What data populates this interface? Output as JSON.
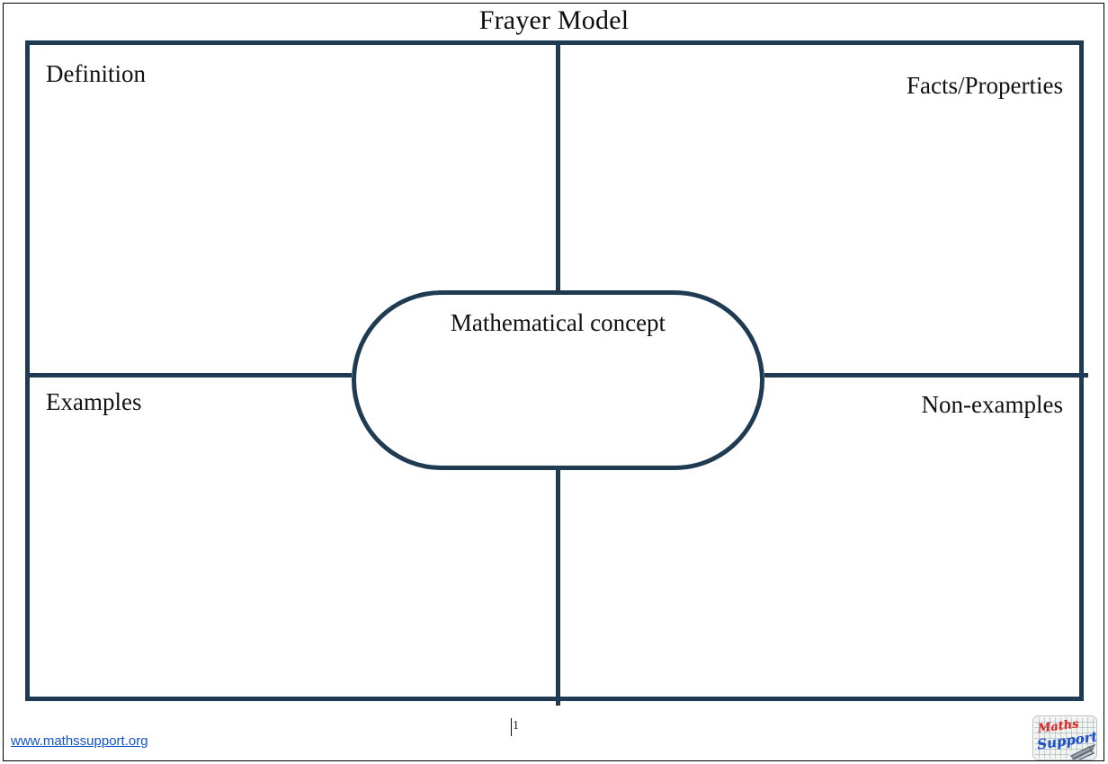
{
  "document": {
    "title": "Frayer Model"
  },
  "diagram": {
    "center": {
      "label": "Mathematical concept"
    },
    "quadrants": [
      {
        "key": "definition",
        "label": "Definition",
        "position": "top-left"
      },
      {
        "key": "facts-properties",
        "label": "Facts/Properties",
        "position": "top-right"
      },
      {
        "key": "examples",
        "label": "Examples",
        "position": "bottom-left"
      },
      {
        "key": "non-examples",
        "label": "Non-examples",
        "position": "bottom-right"
      }
    ],
    "colors": {
      "frame": "#1f3b54",
      "background": "#ffffff",
      "text": "#111111"
    }
  },
  "footer": {
    "link_text": "www.mathssupport.org",
    "page_number": "1",
    "logo": {
      "line1": "Maths",
      "line2": "Support",
      "line1_color": "#d42a2a",
      "line2_color": "#1f4fc4"
    }
  }
}
